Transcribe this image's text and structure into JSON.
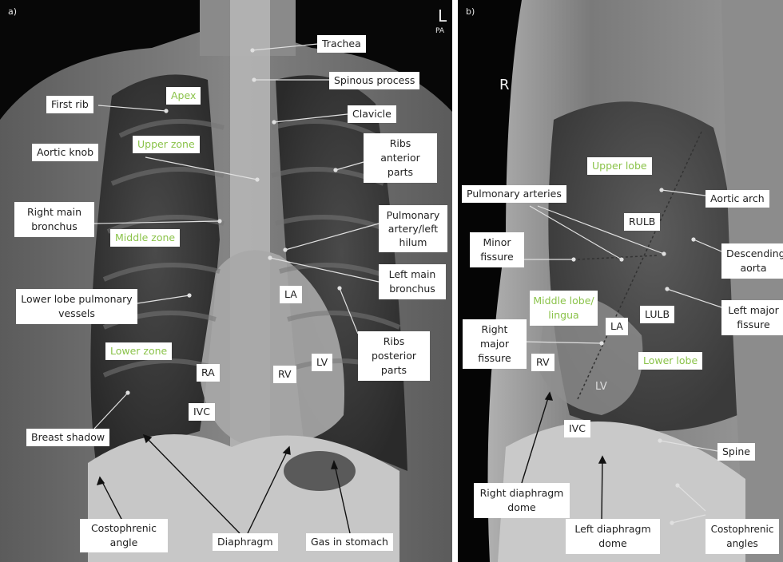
{
  "panel_a": {
    "tag": "a)",
    "marker": "L",
    "view": "PA",
    "labels": {
      "trachea": "Trachea",
      "spinous_process": "Spinous process",
      "first_rib": "First rib",
      "apex": "Apex",
      "clavicle": "Clavicle",
      "aortic_knob": "Aortic knob",
      "upper_zone": "Upper zone",
      "ribs_anterior": "Ribs anterior parts",
      "right_main_bronchus": "Right main bronchus",
      "middle_zone": "Middle zone",
      "pulmonary_artery": "Pulmonary artery/left hilum",
      "left_main_bronchus": "Left main bronchus",
      "lower_lobe_vessels": "Lower lobe pulmonary vessels",
      "la": "LA",
      "ribs_posterior": "Ribs posterior parts",
      "lower_zone": "Lower zone",
      "lv": "LV",
      "ra": "RA",
      "rv": "RV",
      "ivc": "IVC",
      "breast_shadow": "Breast shadow",
      "costophrenic_angle": "Costophrenic angle",
      "diaphragm": "Diaphragm",
      "gas_in_stomach": "Gas in stomach"
    }
  },
  "panel_b": {
    "tag": "b)",
    "marker": "R",
    "labels": {
      "upper_lobe": "Upper lobe",
      "pulmonary_arteries": "Pulmonary arteries",
      "aortic_arch": "Aortic arch",
      "rulb": "RULB",
      "minor_fissure": "Minor fissure",
      "descending_aorta": "Descending aorta",
      "middle_lobe": "Middle lobe/ lingua",
      "lulb": "LULB",
      "left_major_fissure": "Left major fissure",
      "la": "LA",
      "right_major_fissure": "Right major fissure",
      "rv": "RV",
      "lower_lobe": "Lower lobe",
      "lv": "LV",
      "ivc": "IVC",
      "spine": "Spine",
      "right_diaphragm_dome": "Right diaphragm dome",
      "left_diaphragm_dome": "Left diaphragm dome",
      "costophrenic_angles": "Costophrenic angles"
    }
  },
  "colors": {
    "zone_label": "#8bc34a",
    "label_background": "#ffffff",
    "xray_background": "#070707"
  }
}
